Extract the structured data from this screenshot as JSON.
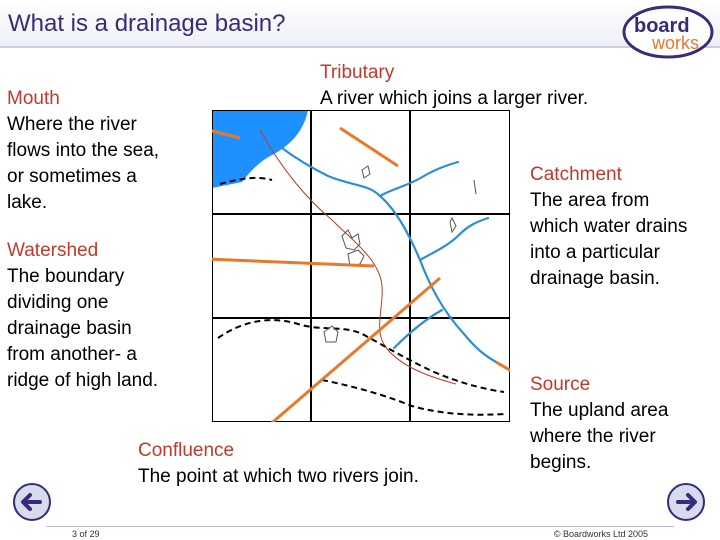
{
  "slide": {
    "title": "What is a drainage basin?"
  },
  "logo": {
    "line1": "board",
    "line2": "works"
  },
  "labels": {
    "mouth": {
      "title": "Mouth",
      "line1": "Where the river",
      "line2": "flows into the sea,",
      "line3": "or sometimes a",
      "line4": "lake."
    },
    "tributary": {
      "title": "Tributary",
      "text": "A river which joins a larger river."
    },
    "catchment": {
      "title": "Catchment",
      "line1": "The area from",
      "line2": "which water drains",
      "line3": "into a particular",
      "line4": "drainage basin."
    },
    "watershed": {
      "title": "Watershed",
      "line1": "The boundary",
      "line2": "dividing one",
      "line3": "drainage basin",
      "line4": "from another- a",
      "line5": "ridge of high land."
    },
    "confluence": {
      "title": "Confluence",
      "text": "The point at which two rivers join."
    },
    "source": {
      "title": "Source",
      "line1": "The upland area",
      "line2": "where the river",
      "line3": "begins."
    }
  },
  "footer": {
    "page": "3 of 29",
    "copyright": "© Boardworks Ltd 2005"
  },
  "colors": {
    "title": "#3a2a7a",
    "label": "#c0392b",
    "arrow": "#e8782a",
    "sea": "#1e90ff",
    "river": "#2a8fd8"
  }
}
